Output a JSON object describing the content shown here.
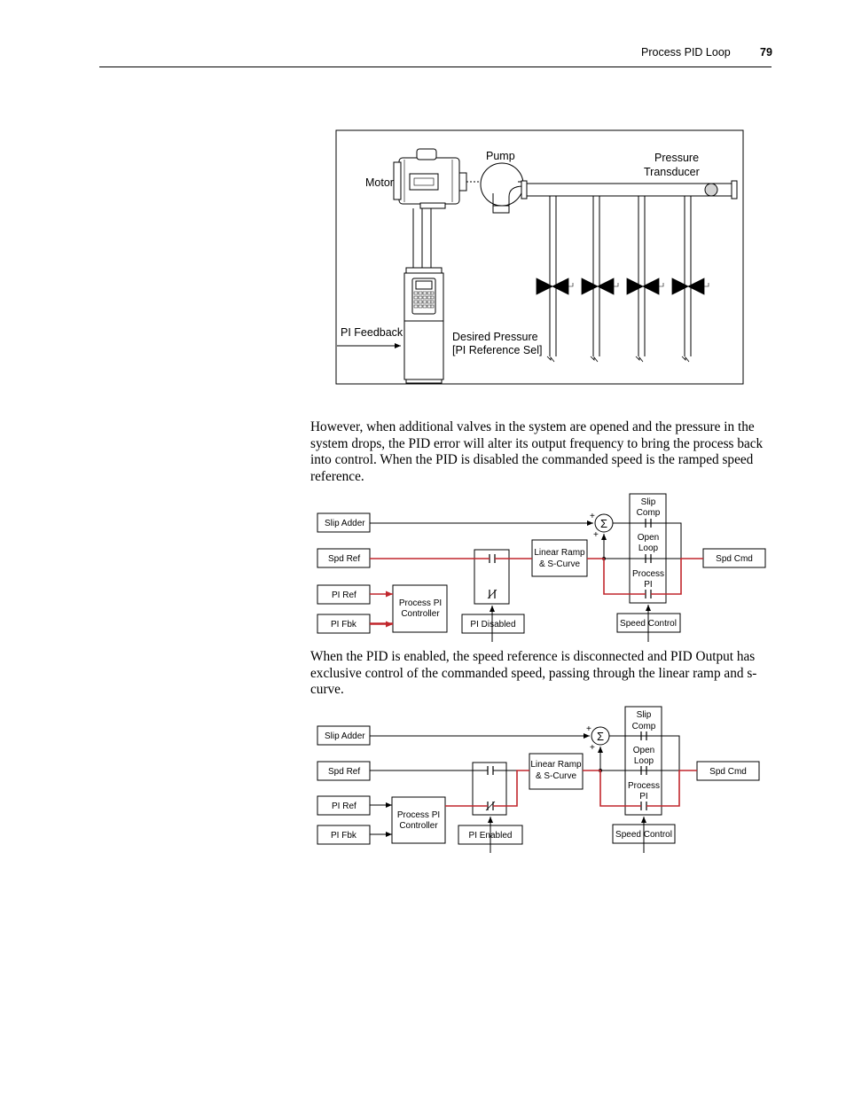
{
  "header": {
    "section": "Process PID Loop",
    "page_number": "79"
  },
  "figure1": {
    "motor_label": "Motor",
    "pump_label": "Pump",
    "transducer_label_1": "Pressure",
    "transducer_label_2": "Transducer",
    "feedback_label": "PI Feedback",
    "desired_label_1": "Desired Pressure",
    "desired_label_2": "[PI Reference Sel]"
  },
  "paragraph1": "However, when additional valves in the system are opened and the pressure in the system drops, the PID error will alter its output frequency to bring the process back into control. When the PID is disabled the commanded speed is the ramped speed reference.",
  "diagram1": {
    "slip_adder": "Slip Adder",
    "spd_ref": "Spd Ref",
    "pi_ref": "PI Ref",
    "pi_fbk": "PI Fbk",
    "controller_1": "Process PI",
    "controller_2": "Controller",
    "pi_switch": "PI Disabled",
    "ramp_1": "Linear Ramp",
    "ramp_2": "& S-Curve",
    "slip_1": "Slip",
    "slip_2": "Comp",
    "open_1": "Open",
    "open_2": "Loop",
    "proc_1": "Process",
    "proc_2": "PI",
    "speed_control": "Speed Control",
    "spd_cmd": "Spd Cmd",
    "plus_top": "+",
    "plus_bottom": "+",
    "sigma": "Σ"
  },
  "paragraph2": "When the PID is enabled, the speed reference is disconnected and PID Output has exclusive control of the commanded speed, passing through the linear ramp and s-curve.",
  "diagram2": {
    "slip_adder": "Slip Adder",
    "spd_ref": "Spd Ref",
    "pi_ref": "PI Ref",
    "pi_fbk": "PI Fbk",
    "controller_1": "Process PI",
    "controller_2": "Controller",
    "pi_switch": "PI Enabled",
    "ramp_1": "Linear Ramp",
    "ramp_2": "& S-Curve",
    "slip_1": "Slip",
    "slip_2": "Comp",
    "open_1": "Open",
    "open_2": "Loop",
    "proc_1": "Process",
    "proc_2": "PI",
    "speed_control": "Speed Control",
    "spd_cmd": "Spd Cmd",
    "plus_top": "+",
    "plus_bottom": "+",
    "sigma": "Σ"
  },
  "colors": {
    "signal_active": "#c1272d",
    "line": "#000000"
  }
}
